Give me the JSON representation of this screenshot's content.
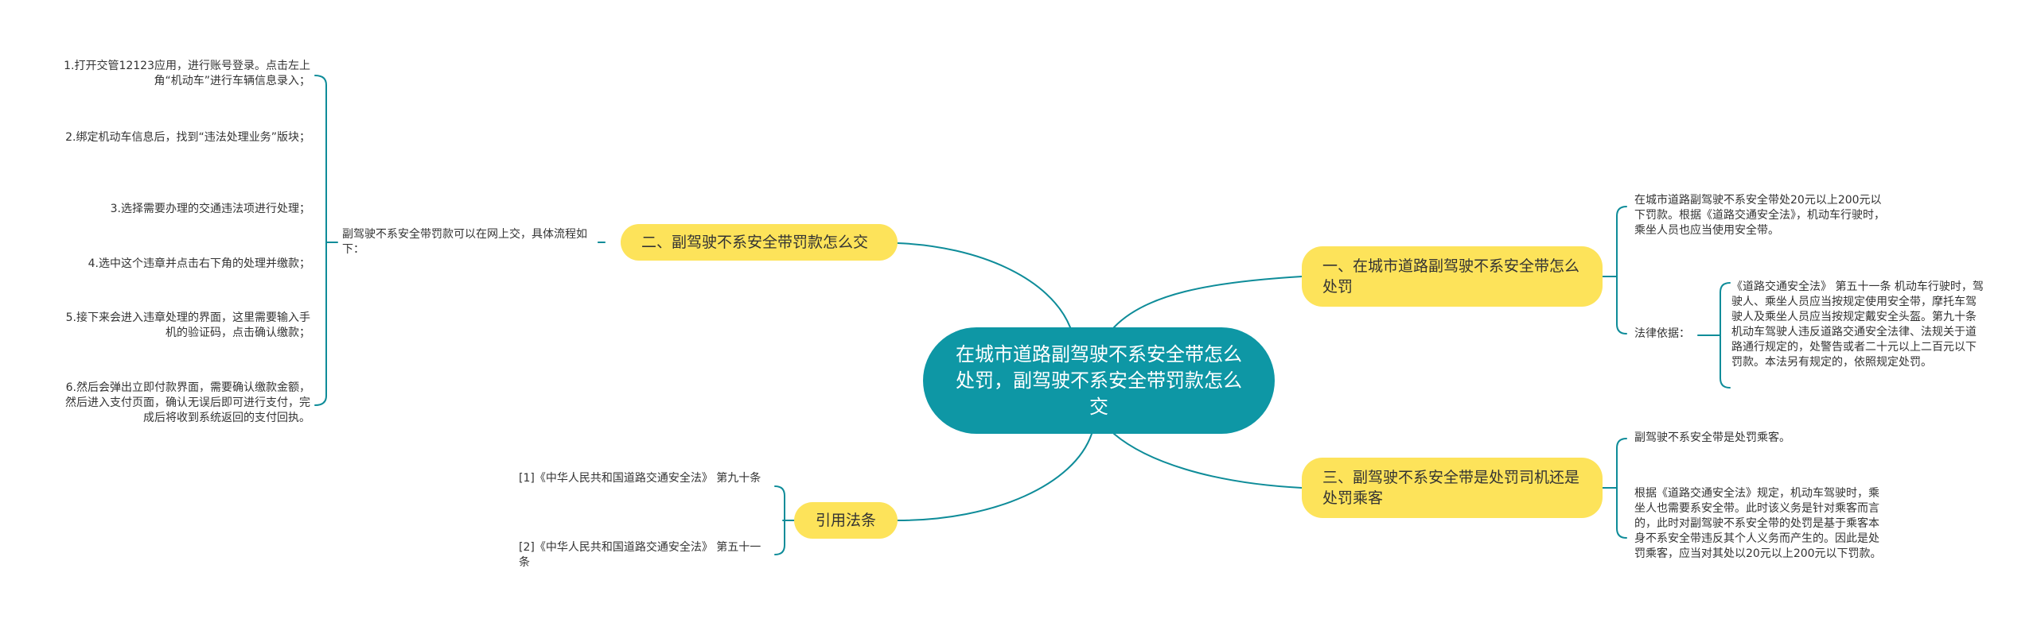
{
  "root": {
    "title": "在城市道路副驾驶不系安全带怎么处罚，副驾驶不系安全带罚款怎么交"
  },
  "branches": {
    "b1": {
      "title": "一、在城市道路副驾驶不系安全带怎么处罚",
      "leaf1": "在城市道路副驾驶不系安全带处20元以上200元以下罚款。根据《道路交通安全法》，机动车行驶时，乘坐人员也应当使用安全带。",
      "label": "法律依据：",
      "leaf2": "《道路交通安全法》 第五十一条 机动车行驶时，驾驶人、乘坐人员应当按规定使用安全带，摩托车驾驶人及乘坐人员应当按规定戴安全头盔。第九十条 机动车驾驶人违反道路交通安全法律、法规关于道路通行规定的，处警告或者二十元以上二百元以下罚款。本法另有规定的，依照规定处罚。"
    },
    "b2": {
      "title": "二、副驾驶不系安全带罚款怎么交",
      "intro": "副驾驶不系安全带罚款可以在网上交，具体流程如下：",
      "steps": [
        "1.打开交管12123应用，进行账号登录。点击左上角“机动车”进行车辆信息录入；",
        "2.绑定机动车信息后，找到“违法处理业务”版块；",
        "3.选择需要办理的交通违法项进行处理；",
        "4.选中这个违章并点击右下角的处理并缴款；",
        "5.接下来会进入违章处理的界面，这里需要输入手机的验证码，点击确认缴款；",
        "6.然后会弹出立即付款界面，需要确认缴款金额，然后进入支付页面，确认无误后即可进行支付，完成后将收到系统返回的支付回执。"
      ]
    },
    "b3": {
      "title": "三、副驾驶不系安全带是处罚司机还是处罚乘客",
      "leaf1": "副驾驶不系安全带是处罚乘客。",
      "leaf2": "根据《道路交通安全法》规定，机动车驾驶时，乘坐人也需要系安全带。此时该义务是针对乘客而言的，此时对副驾驶不系安全带的处罚是基于乘客本身不系安全带违反其个人义务而产生的。因此是处罚乘客，应当对其处以20元以上200元以下罚款。"
    },
    "b4": {
      "title": "引用法条",
      "refs": [
        "[1]《中华人民共和国道路交通安全法》 第九十条",
        "[2]《中华人民共和国道路交通安全法》 第五十一条"
      ]
    }
  },
  "colors": {
    "root_fill": "#0e97a5",
    "branch_fill": "#fde35a",
    "link_stroke": "#0e8c99"
  }
}
